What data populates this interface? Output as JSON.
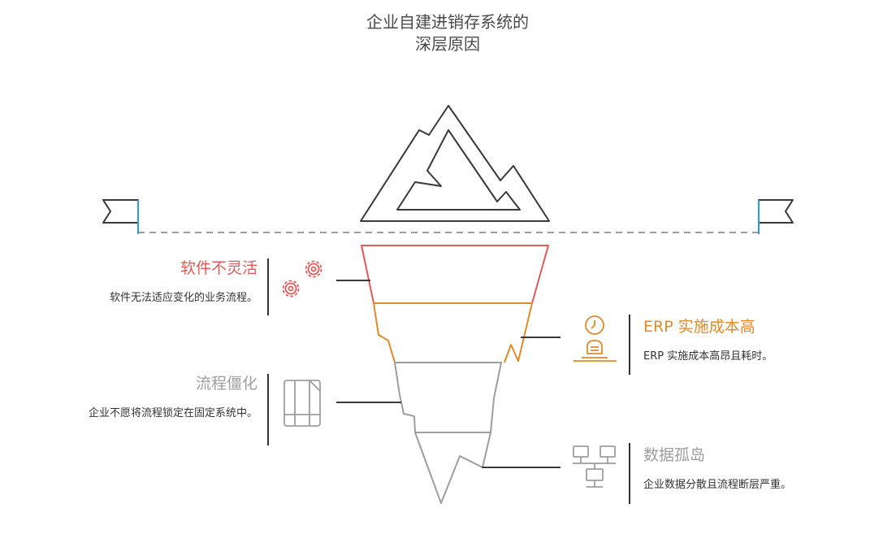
{
  "title": {
    "line1": "企业自建进销存系统的",
    "line2": "深层原因"
  },
  "colors": {
    "red": "#e05a5a",
    "orange": "#e08a2a",
    "gray": "#9e9e9e",
    "dark": "#3a3a3a",
    "blue": "#2a9fd6",
    "text": "#333333"
  },
  "items": [
    {
      "heading": "软件不灵活",
      "description": "软件无法适应变化的业务流程。",
      "icon": "gears-icon"
    },
    {
      "heading": "ERP 实施成本高",
      "description": "ERP 实施成本高昂且耗时。",
      "icon": "worker-clock-icon"
    },
    {
      "heading": "流程僵化",
      "description": "企业不愿将流程锁定在固定系统中。",
      "icon": "rigid-panel-icon"
    },
    {
      "heading": "数据孤岛",
      "description": "企业数据分散且流程断层严重。",
      "icon": "network-icon"
    }
  ]
}
